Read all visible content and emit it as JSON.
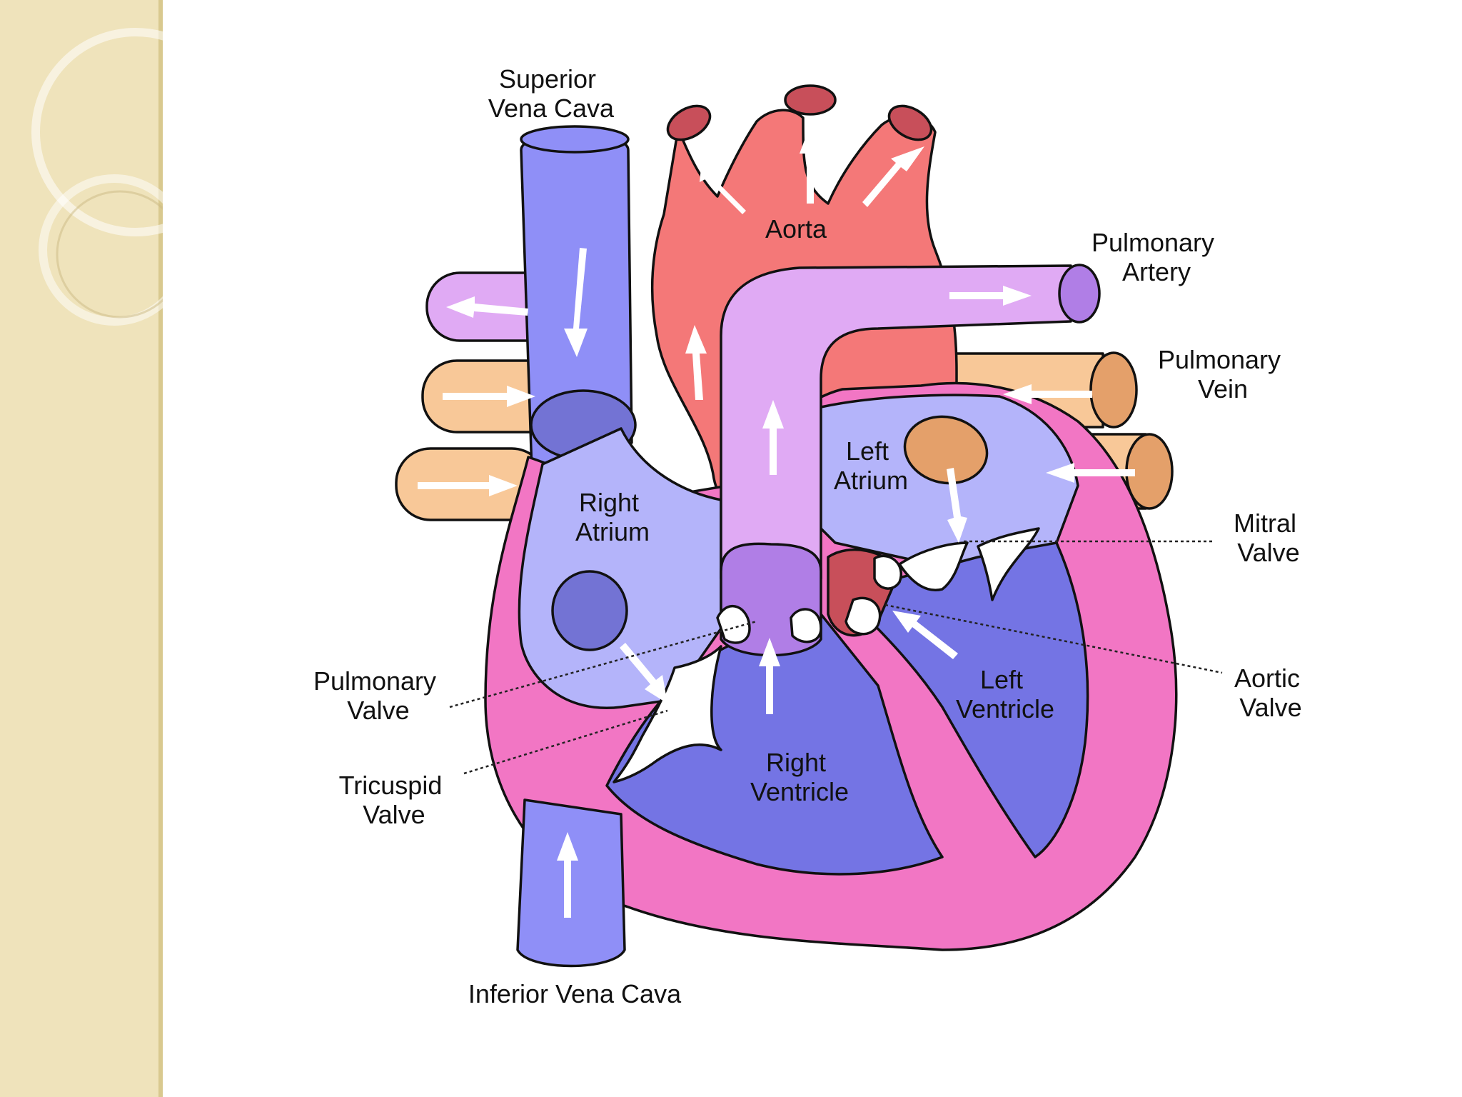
{
  "colors": {
    "sidebar": "#efe3bb",
    "sidebar_edge": "#d9c98f",
    "vena_cava": "#8f8ff7",
    "vena_dark": "#7373d4",
    "aorta": "#f47878",
    "aorta_dark": "#c84f5a",
    "pulmonary_artery": "#e0aaf4",
    "pulmonary_valve": "#b07ee6",
    "pulmonary_vein": "#f8c898",
    "pulmonary_vein_dark": "#e4a06a",
    "atrium": "#b4b4fa",
    "ventricle": "#7474e4",
    "myocardium": "#f276c4",
    "valve": "#ffffff"
  },
  "labels": {
    "superior_vena_cava": [
      "Superior",
      "Vena Cava"
    ],
    "aorta": [
      "Aorta"
    ],
    "pulmonary_artery": [
      "Pulmonary",
      "Artery"
    ],
    "pulmonary_vein": [
      "Pulmonary",
      "Vein"
    ],
    "left_atrium": [
      "Left",
      "Atrium"
    ],
    "right_atrium": [
      "Right",
      "Atrium"
    ],
    "mitral_valve": [
      "Mitral",
      "Valve"
    ],
    "aortic_valve": [
      "Aortic",
      "Valve"
    ],
    "pulmonary_valve": [
      "Pulmonary",
      "Valve"
    ],
    "left_ventricle": [
      "Left",
      "Ventricle"
    ],
    "right_ventricle": [
      "Right",
      "Ventricle"
    ],
    "tricuspid_valve": [
      "Tricuspid",
      "Valve"
    ],
    "inferior_vena_cava": [
      "Inferior Vena Cava"
    ]
  }
}
